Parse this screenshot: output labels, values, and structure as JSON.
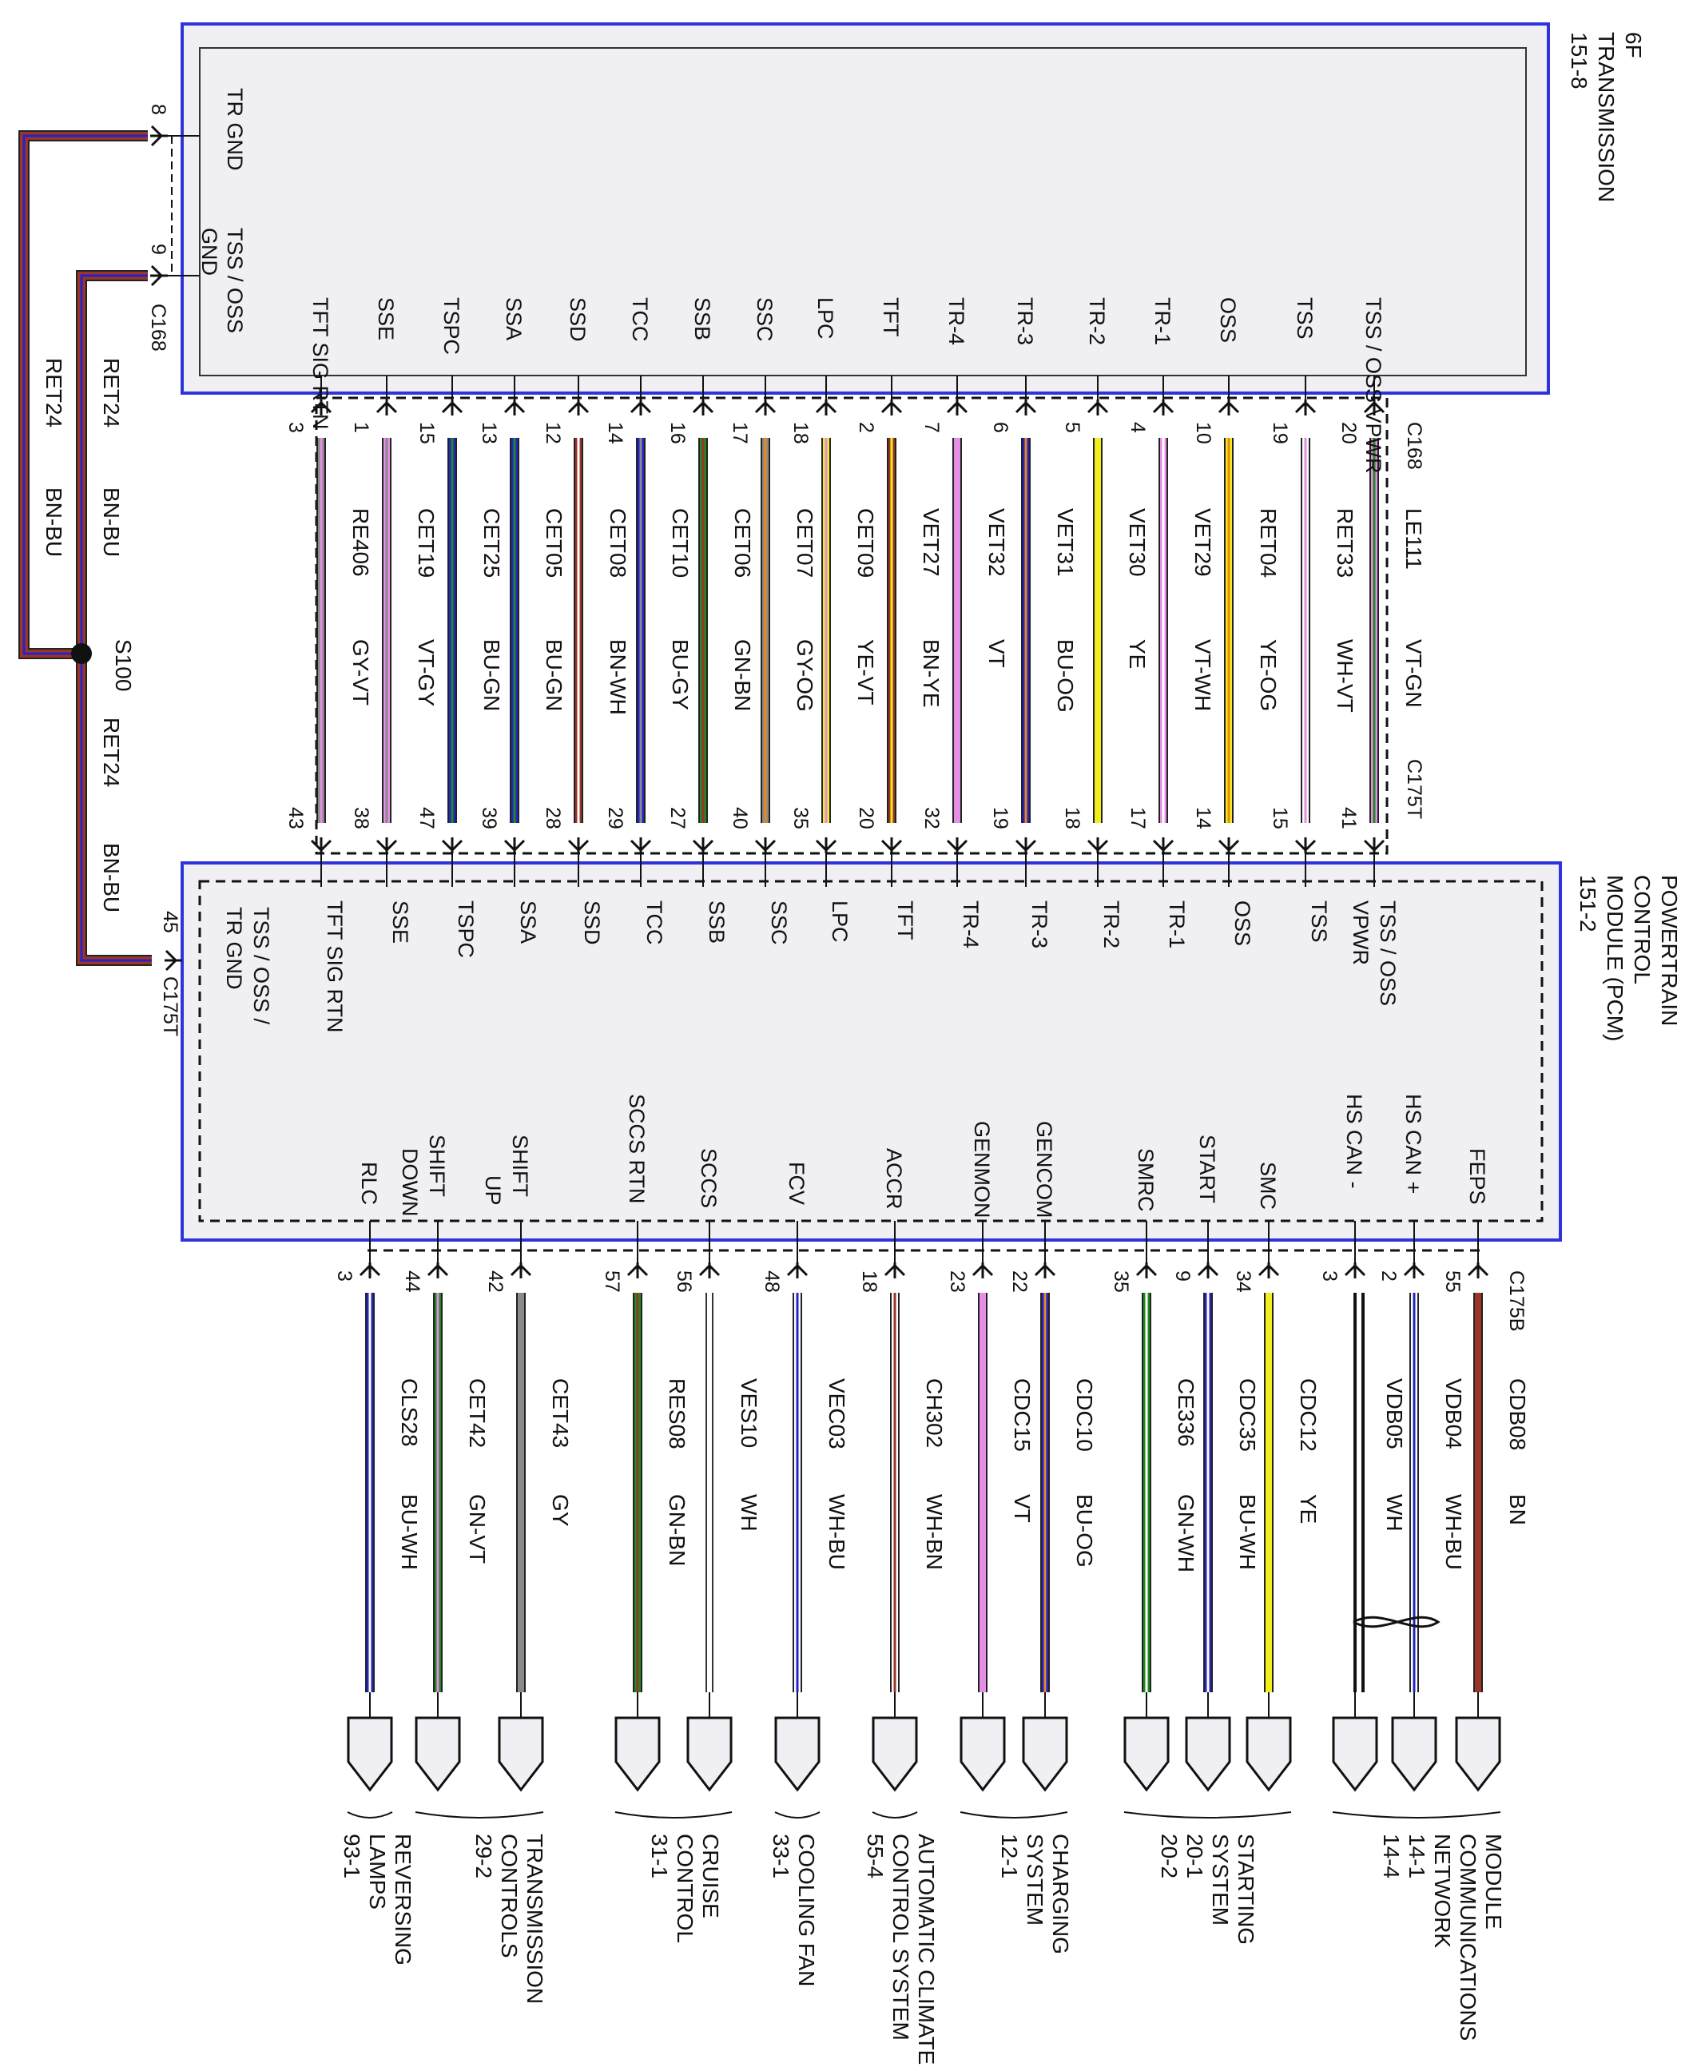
{
  "colors": {
    "box_border": "#2e34d9",
    "box_fill": "#efeff4",
    "VT": "#e58ee6",
    "GN": "#1f8a1f",
    "BU": "#2323cc",
    "YE": "#f2ee1e",
    "BN": "#9a3528",
    "GY": "#8a8a8a",
    "WH": "#ffffff",
    "OG": "#e88a1a",
    "BK": "#111111"
  },
  "transmission": {
    "title": [
      "6F",
      "TRANSMISSION",
      "151-8"
    ],
    "connector": "C168",
    "gnd_pins": [
      {
        "label": [
          "TR GND"
        ],
        "pin": "8"
      },
      {
        "label": [
          "TSS / OSS",
          "GND"
        ],
        "pin": "9"
      }
    ]
  },
  "pcm": {
    "title": [
      "POWERTRAIN",
      "CONTROL",
      "MODULE (PCM)",
      "151-2"
    ],
    "upper_connector": "C175T",
    "lower_connector": "C175B",
    "gnd_pin": {
      "label": [
        "TSS / OSS /",
        "TR GND"
      ],
      "pin": "45"
    }
  },
  "splice": {
    "name": "S100",
    "wire_circuit": "RET24",
    "wire_color": "BN-BU"
  },
  "upper_wires": [
    {
      "function": [
        "TFT SIG RTN"
      ],
      "pcm_function": [
        "TFT SIG RTN"
      ],
      "trans_pin": "3",
      "pcm_pin": "43",
      "circuit": "RE406",
      "color": "GY-VT"
    },
    {
      "function": [
        "SSE"
      ],
      "pcm_function": [
        "SSE"
      ],
      "trans_pin": "1",
      "pcm_pin": "38",
      "circuit": "CET19",
      "color": "VT-GY"
    },
    {
      "function": [
        "TSPC"
      ],
      "pcm_function": [
        "TSPC"
      ],
      "trans_pin": "15",
      "pcm_pin": "47",
      "circuit": "CET25",
      "color": "BU-GN"
    },
    {
      "function": [
        "SSA"
      ],
      "pcm_function": [
        "SSA"
      ],
      "trans_pin": "13",
      "pcm_pin": "39",
      "circuit": "CET05",
      "color": "BU-GN"
    },
    {
      "function": [
        "SSD"
      ],
      "pcm_function": [
        "SSD"
      ],
      "trans_pin": "12",
      "pcm_pin": "28",
      "circuit": "CET08",
      "color": "BN-WH"
    },
    {
      "function": [
        "TCC"
      ],
      "pcm_function": [
        "TCC"
      ],
      "trans_pin": "14",
      "pcm_pin": "29",
      "circuit": "CET10",
      "color": "BU-GY"
    },
    {
      "function": [
        "SSB"
      ],
      "pcm_function": [
        "SSB"
      ],
      "trans_pin": "16",
      "pcm_pin": "27",
      "circuit": "CET06",
      "color": "GN-BN"
    },
    {
      "function": [
        "SSC"
      ],
      "pcm_function": [
        "SSC"
      ],
      "trans_pin": "17",
      "pcm_pin": "40",
      "circuit": "CET07",
      "color": "GY-OG"
    },
    {
      "function": [
        "LPC"
      ],
      "pcm_function": [
        "LPC"
      ],
      "trans_pin": "18",
      "pcm_pin": "35",
      "circuit": "CET09",
      "color": "YE-VT"
    },
    {
      "function": [
        "TFT"
      ],
      "pcm_function": [
        "TFT"
      ],
      "trans_pin": "2",
      "pcm_pin": "20",
      "circuit": "VET27",
      "color": "BN-YE"
    },
    {
      "function": [
        "TR-4"
      ],
      "pcm_function": [
        "TR-4"
      ],
      "trans_pin": "7",
      "pcm_pin": "32",
      "circuit": "VET32",
      "color": "VT"
    },
    {
      "function": [
        "TR-3"
      ],
      "pcm_function": [
        "TR-3"
      ],
      "trans_pin": "6",
      "pcm_pin": "19",
      "circuit": "VET31",
      "color": "BU-OG"
    },
    {
      "function": [
        "TR-2"
      ],
      "pcm_function": [
        "TR-2"
      ],
      "trans_pin": "5",
      "pcm_pin": "18",
      "circuit": "VET30",
      "color": "YE"
    },
    {
      "function": [
        "TR-1"
      ],
      "pcm_function": [
        "TR-1"
      ],
      "trans_pin": "4",
      "pcm_pin": "17",
      "circuit": "VET29",
      "color": "VT-WH"
    },
    {
      "function": [
        "OSS"
      ],
      "pcm_function": [
        "OSS"
      ],
      "trans_pin": "10",
      "pcm_pin": "14",
      "circuit": "RET04",
      "color": "YE-OG"
    },
    {
      "function": [
        "TSS"
      ],
      "pcm_function": [
        "TSS"
      ],
      "trans_pin": "19",
      "pcm_pin": "15",
      "circuit": "RET33",
      "color": "WH-VT"
    },
    {
      "function": [
        "TSS / OSS VPWR"
      ],
      "pcm_function": [
        "TSS / OSS",
        "VPWR"
      ],
      "trans_pin": "20",
      "pcm_pin": "41",
      "circuit": "LE111",
      "color": "VT-GN"
    }
  ],
  "lower_wires": [
    {
      "function": [
        "RLC"
      ],
      "pin": "3",
      "circuit": "CLS28",
      "color": "BU-WH"
    },
    {
      "function": [
        "DOWN",
        "SHIFT"
      ],
      "pin": "44",
      "circuit": "CET42",
      "color": "GN-VT"
    },
    {
      "function": [
        "UP",
        "SHIFT"
      ],
      "pin": "42",
      "circuit": "CET43",
      "color": "GY"
    },
    {
      "function": [
        "SCCS RTN"
      ],
      "pin": "57",
      "circuit": "RES08",
      "color": "GN-BN"
    },
    {
      "function": [
        "SCCS"
      ],
      "pin": "56",
      "circuit": "VES10",
      "color": "WH"
    },
    {
      "function": [
        "FCV"
      ],
      "pin": "48",
      "circuit": "VEC03",
      "color": "WH-BU"
    },
    {
      "function": [
        "ACCR"
      ],
      "pin": "18",
      "circuit": "CH302",
      "color": "WH-BN"
    },
    {
      "function": [
        "GENMON"
      ],
      "pin": "23",
      "circuit": "CDC15",
      "color": "VT"
    },
    {
      "function": [
        "GENCOM"
      ],
      "pin": "22",
      "circuit": "CDC10",
      "color": "BU-OG"
    },
    {
      "function": [
        "SMRC"
      ],
      "pin": "35",
      "circuit": "CE336",
      "color": "GN-WH"
    },
    {
      "function": [
        "START"
      ],
      "pin": "9",
      "circuit": "CDC35",
      "color": "BU-WH"
    },
    {
      "function": [
        "SMC"
      ],
      "pin": "34",
      "circuit": "CDC12",
      "color": "YE"
    },
    {
      "function": [
        "HS CAN -"
      ],
      "pin": "3",
      "circuit": "VDB05",
      "color": "WH"
    },
    {
      "function": [
        "HS CAN +"
      ],
      "pin": "2",
      "circuit": "VDB04",
      "color": "WH-BU"
    },
    {
      "function": [
        "FEPS"
      ],
      "pin": "55",
      "circuit": "CDB08",
      "color": "BN"
    }
  ],
  "destinations": [
    {
      "label": [
        "REVERSING",
        "LAMPS",
        "93-1"
      ]
    },
    {
      "label": [
        "TRANSMISSION",
        "CONTROLS",
        "29-2"
      ]
    },
    {
      "label": [
        "CRUISE",
        "CONTROL",
        "31-1"
      ]
    },
    {
      "label": [
        "COOLING FAN",
        "33-1"
      ]
    },
    {
      "label": [
        "AUTOMATIC CLIMATE",
        "CONTROL SYSTEM",
        "55-4"
      ]
    },
    {
      "label": [
        "CHARGING",
        "SYSTEM",
        "12-1"
      ]
    },
    {
      "label": [
        "STARTING",
        "SYSTEM",
        "20-1",
        "20-2"
      ]
    },
    {
      "label": [
        "MODULE",
        "COMMUNICATIONS",
        "NETWORK",
        "14-1",
        "14-4"
      ]
    }
  ]
}
